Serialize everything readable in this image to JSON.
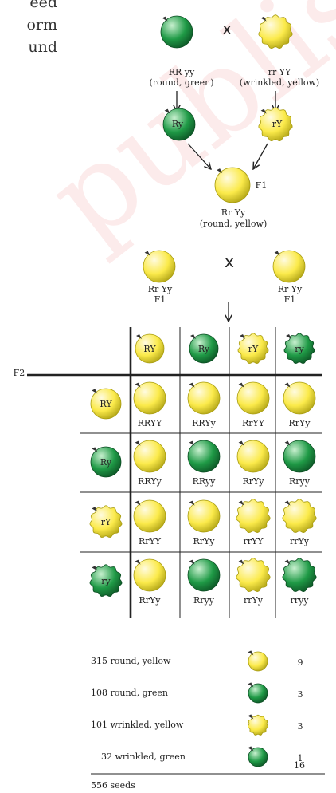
{
  "watermark": "published",
  "intro_fragments": [
    "eed",
    "orm",
    "und"
  ],
  "colors": {
    "yellow_fill": "#fbea4a",
    "yellow_hi": "#fffbe0",
    "yellow_stroke": "#a89c10",
    "green_fill": "#1f9a46",
    "green_hi": "#c8f0cf",
    "green_stroke": "#0b4d22",
    "line": "#222222"
  },
  "parents": {
    "cross_symbol": "x",
    "left": {
      "genotype": "RR yy",
      "phenotype": "(round, green)"
    },
    "right": {
      "genotype": "rr YY",
      "phenotype": "(wrinkled, yellow)"
    },
    "gamete_left": "Ry",
    "gamete_right": "rY"
  },
  "f1": {
    "label": "F1",
    "genotype": "Rr Yy",
    "phenotype": "(round, yellow)",
    "cross_symbol": "x",
    "left": {
      "genotype": "Rr Yy",
      "gen": "F1"
    },
    "right": {
      "genotype": "Rr Yy",
      "gen": "F1"
    }
  },
  "f2": {
    "label": "F2",
    "gametes": [
      "RY",
      "Ry",
      "rY",
      "ry"
    ],
    "cells": [
      [
        "RRYY",
        "RRYy",
        "RrYY",
        "RrYy"
      ],
      [
        "RRYy",
        "RRyy",
        "RrYy",
        "Rryy"
      ],
      [
        "RrYY",
        "RrYy",
        "rrYY",
        "rrYy"
      ],
      [
        "RrYy",
        "Rryy",
        "rrYy",
        "rryy"
      ]
    ]
  },
  "summary": {
    "rows": [
      {
        "label": "315 round, yellow",
        "ratio": "9"
      },
      {
        "label": "108 round, green",
        "ratio": "3"
      },
      {
        "label": "101 wrinkled, yellow",
        "ratio": "3"
      },
      {
        "label": "32 wrinkled, green",
        "ratio": "1"
      }
    ],
    "total_label": "556 seeds",
    "total_ratio": "16"
  }
}
